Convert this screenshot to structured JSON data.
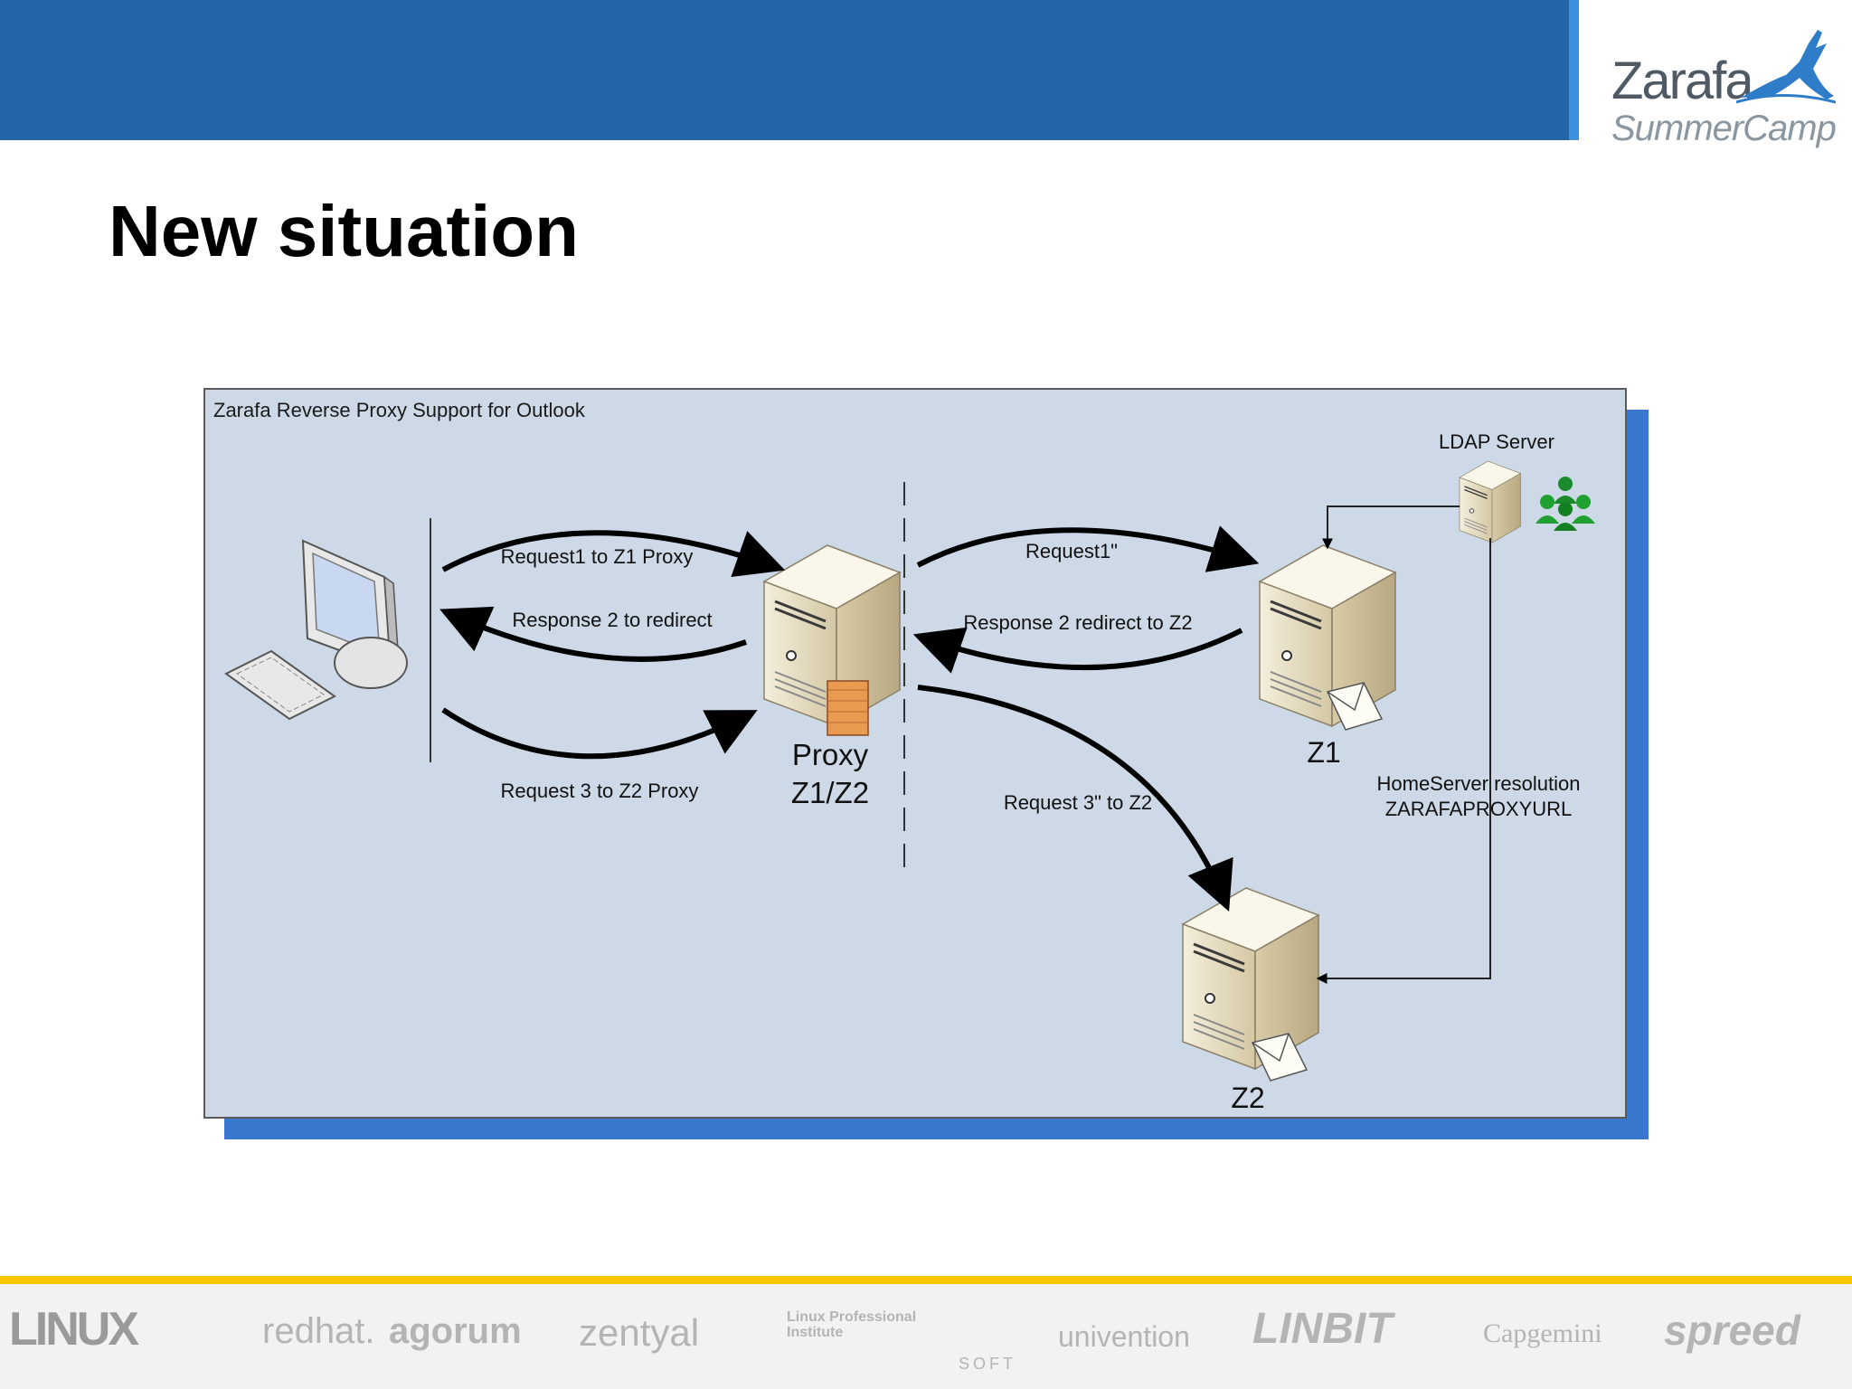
{
  "slide": {
    "title": "New situation",
    "logo": {
      "main": "Zarafa",
      "sub": "SummerCamp"
    }
  },
  "diagram": {
    "caption": "Zarafa Reverse Proxy Support for Outlook",
    "ldap_label": "LDAP Server",
    "proxy_label_line1": "Proxy",
    "proxy_label_line2": "Z1/Z2",
    "z1_label": "Z1",
    "z2_label": "Z2",
    "homeserver_line1": "HomeServer resolution",
    "homeserver_line2": "ZARAFAPROXYURL",
    "arrows": {
      "request1": "Request1 to Z1 Proxy",
      "response2": "Response 2 to redirect",
      "request3": "Request 3 to Z2 Proxy",
      "request1b": "Request1\"",
      "response2b": "Response 2 redirect  to Z2",
      "request3b": "Request 3\" to Z2"
    },
    "colors": {
      "panel": "#cdd9e6",
      "shadow": "#3a78d0",
      "arrow": "#000000"
    }
  },
  "footer": {
    "sponsors": [
      "LINUX",
      "redhat.",
      "agorum",
      "zentyal",
      "Linux Professional Institute",
      "SOFT",
      "univention",
      "LINBIT",
      "Capgemini",
      "spreed"
    ]
  }
}
